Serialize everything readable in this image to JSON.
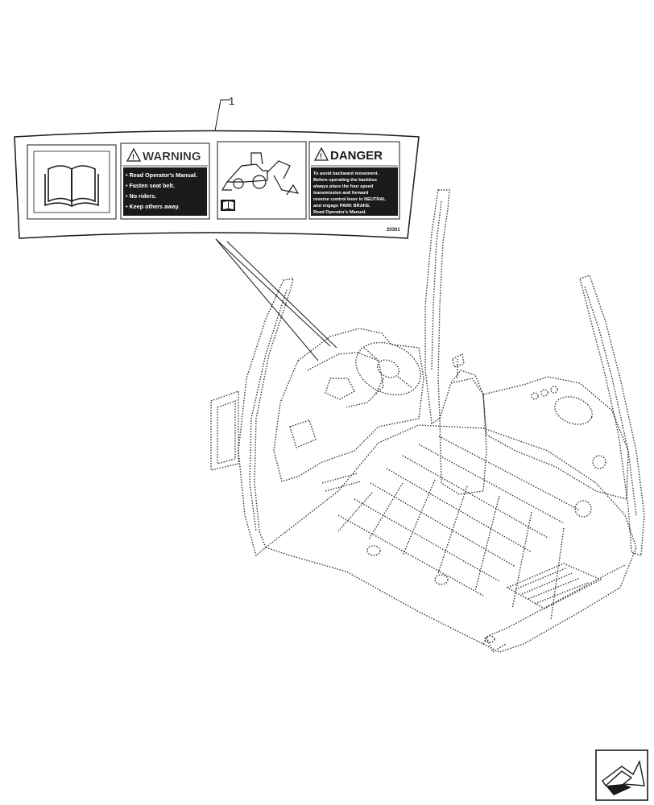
{
  "callout": {
    "number": "1"
  },
  "decal": {
    "warning": {
      "heading": "WARNING",
      "lines": [
        "• Read Operator's Manual.",
        "• Fasten seat belt.",
        "• No riders.",
        "• Keep others away."
      ]
    },
    "danger": {
      "heading": "DANGER",
      "lines": [
        "To avoid backward movement.",
        "Before operating the backhoe",
        "always place the four speed",
        "transmission and forward",
        "reverse control lever in NEUTRAL",
        "and engage PARK BRAKE.",
        "Read Operator's Manual."
      ]
    },
    "code": "20301"
  },
  "colors": {
    "ink": "#1a1a1a",
    "dotted": "#333333"
  },
  "icons": [
    "open-book-icon",
    "warning-triangle-icon",
    "backhoe-loader-icon",
    "manual-small-icon",
    "danger-triangle-icon",
    "navigation-arrow-icon"
  ]
}
